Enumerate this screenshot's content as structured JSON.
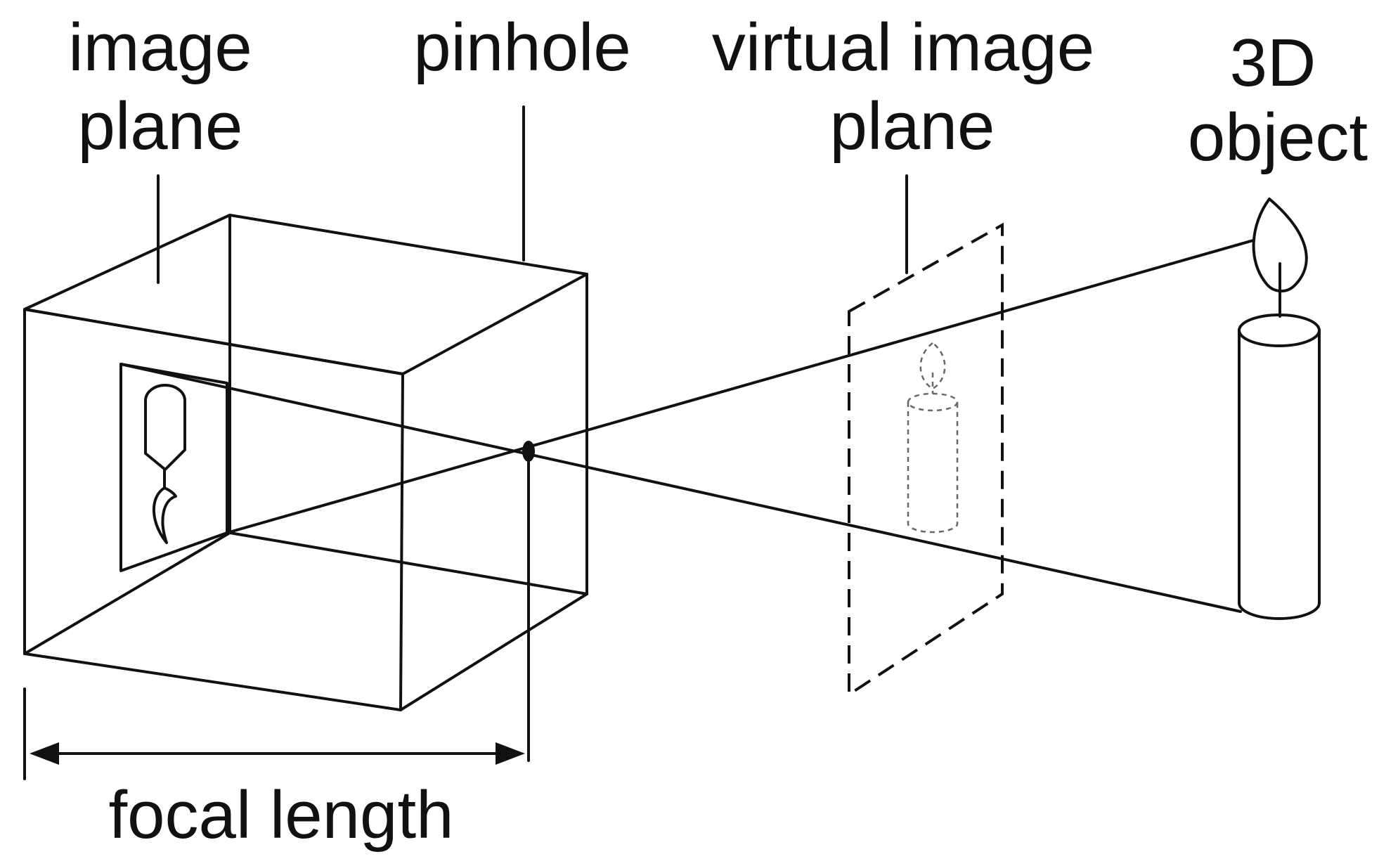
{
  "labels": {
    "image_plane_line1": "image",
    "image_plane_line2": "plane",
    "pinhole": "pinhole",
    "virtual_image_plane_line1": "virtual image",
    "virtual_image_plane_line2": "plane",
    "object_line1": "3D",
    "object_line2": "object",
    "focal_length": "focal length"
  },
  "colors": {
    "ink": "#111111",
    "background": "#ffffff",
    "virtual_candle": "#666666"
  }
}
